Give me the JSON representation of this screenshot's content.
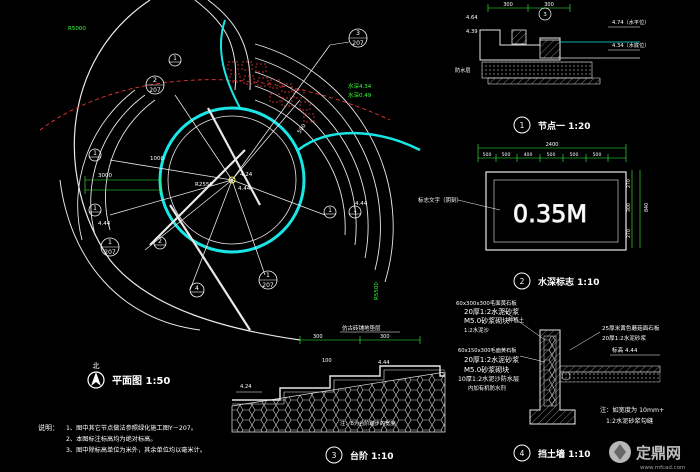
{
  "plan": {
    "callouts": [
      {
        "num": "3",
        "ref": "207"
      },
      {
        "num": "2",
        "ref": "207"
      },
      {
        "num": "1",
        "ref": "207"
      },
      {
        "num": "1",
        "ref": "207"
      },
      {
        "num": "4",
        "ref": ""
      },
      {
        "num": "1",
        "ref": ""
      },
      {
        "num": "1",
        "ref": ""
      },
      {
        "num": "1",
        "ref": ""
      },
      {
        "num": "1",
        "ref": ""
      },
      {
        "num": "1",
        "ref": ""
      },
      {
        "num": "2",
        "ref": ""
      }
    ],
    "dims": {
      "r5000": "R5000",
      "r2550": "R2550",
      "d3000": "3000",
      "d1000": "1000",
      "d500": "500",
      "water_depth_a": "水深4.34",
      "water_depth_b": "水深0.49",
      "lvl_424": "4.24",
      "lvl_444a": "4.44",
      "lvl_444b": "4.44",
      "lvl_444c": "4.44",
      "r5500": "R5500"
    },
    "north_label": "北",
    "title": "平面图 1:50"
  },
  "notes": {
    "lead": "说明：",
    "lines": [
      "1、图中其它节点做法参照绿化施工图Y－207。",
      "2、本图标注标高均为绝对标高。",
      "3、图中除标高单位为米外，其余单位均以毫米计。"
    ]
  },
  "detail1": {
    "num": "1",
    "title": "节点一 1:20",
    "dims": [
      "300",
      "300"
    ],
    "levels": [
      "4.64",
      "4.74（水平位）",
      "4.39",
      "4.34（水底位）"
    ],
    "note": "防水层"
  },
  "detail2": {
    "num": "2",
    "title": "水深标志 1:10",
    "sign_text": "0.35M",
    "side_label": "标志文字（阴刻）",
    "top_dims": [
      "500",
      "500",
      "400",
      "500",
      "500",
      "500"
    ],
    "top_total": "2400",
    "side_dims": [
      "270",
      "300",
      "270"
    ],
    "side_total": "840"
  },
  "detail3": {
    "num": "3",
    "title": "台阶 1:10",
    "label": "仿古砖铺地垫层",
    "dims": [
      "300",
      "300",
      "100"
    ],
    "levels": [
      "4.44",
      "4.24"
    ],
    "note": "注：B为台阶踏步的宽度"
  },
  "detail4": {
    "num": "4",
    "title": "挡土墙 1:10",
    "left_lines": [
      "60x300x300毛面黄石板",
      "20厚1:2水泥砂浆",
      "M5.0砂浆砌块",
      "1:2水泥沙"
    ],
    "left_label2": "种植土",
    "left_lines2": [
      "60x150x300毛面黄石板",
      "20厚1:2水泥砂浆",
      "M5.0砂浆砌块",
      "10厚1:2水泥沙防水层",
      "内加有机防水剂"
    ],
    "right_lines": [
      "25厚米黄色蘑菇面石板",
      "20厚1:2水泥砂浆"
    ],
    "level": "标高 4.44",
    "foot_note": "注：如宽度为 10mm+",
    "foot_note2": "1:2水泥砂浆勾缝"
  },
  "watermark": {
    "text": "定鼎网",
    "url": "www.mfcad.com"
  }
}
